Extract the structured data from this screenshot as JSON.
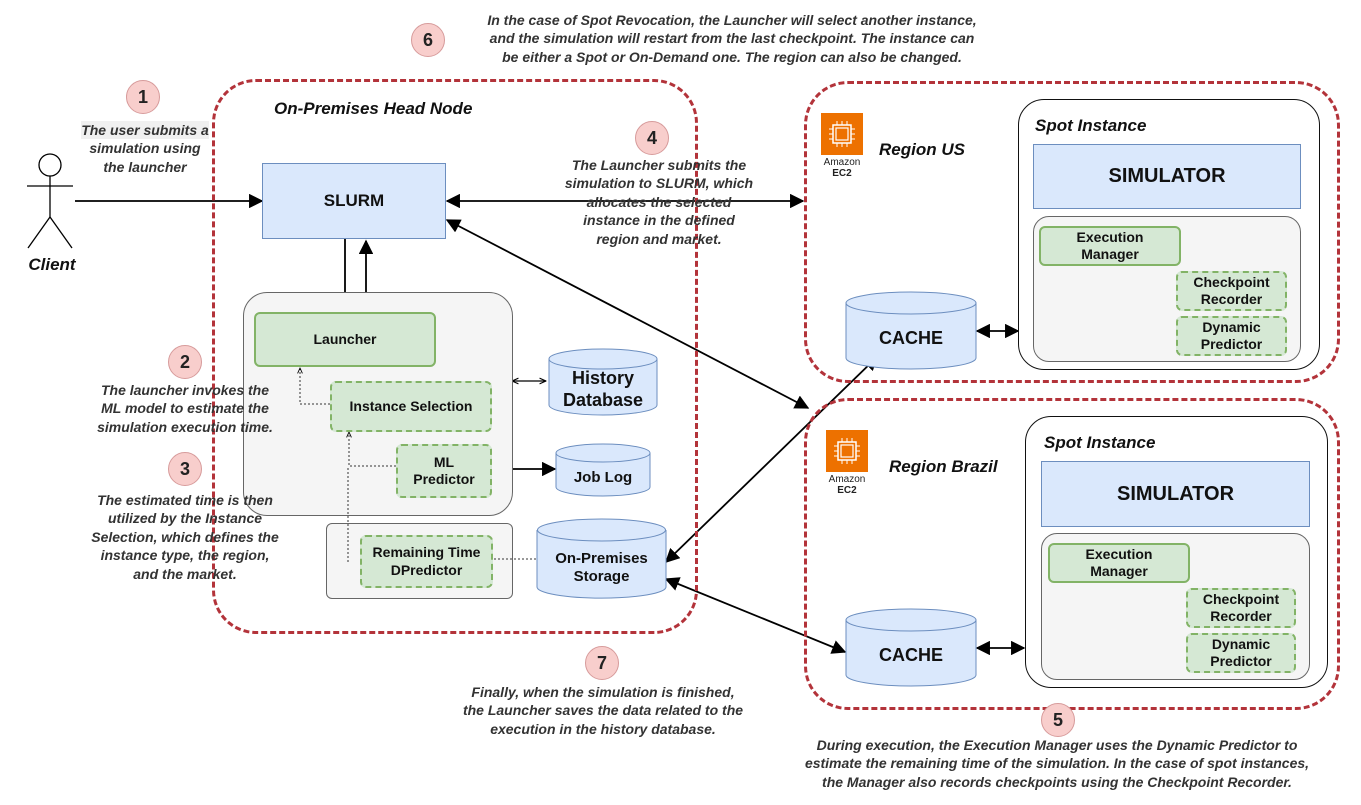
{
  "head_node": {
    "title": "On-Premises Head Node"
  },
  "client": {
    "label": "Client"
  },
  "slurm": {
    "label": "SLURM"
  },
  "launcher": {
    "label": "Launcher"
  },
  "instance_selection": {
    "label": "Instance Selection"
  },
  "ml_predictor": {
    "line1": "ML",
    "line2": "Predictor"
  },
  "remaining_time": {
    "line1": "Remaining Time",
    "line2": "DPredictor"
  },
  "history_db": {
    "line1": "History",
    "line2": "Database"
  },
  "job_log": {
    "label": "Job Log"
  },
  "onprem_storage": {
    "line1": "On-Premises",
    "line2": "Storage"
  },
  "region_us": {
    "title": "Region US",
    "ec2_line1": "Amazon",
    "ec2_line2": "EC2",
    "spot_title": "Spot Instance",
    "simulator": "SIMULATOR",
    "exec_mgr_1": "Execution",
    "exec_mgr_2": "Manager",
    "checkpoint_1": "Checkpoint",
    "checkpoint_2": "Recorder",
    "dynamic_1": "Dynamic",
    "dynamic_2": "Predictor",
    "cache": "CACHE"
  },
  "region_brazil": {
    "title": "Region Brazil",
    "ec2_line1": "Amazon",
    "ec2_line2": "EC2",
    "spot_title": "Spot Instance",
    "simulator": "SIMULATOR",
    "exec_mgr_1": "Execution",
    "exec_mgr_2": "Manager",
    "checkpoint_1": "Checkpoint",
    "checkpoint_2": "Recorder",
    "dynamic_1": "Dynamic",
    "dynamic_2": "Predictor",
    "cache": "CACHE"
  },
  "steps": [
    {
      "num": "1",
      "lines": [
        "The user submits a",
        "simulation using",
        "the launcher"
      ]
    },
    {
      "num": "2",
      "lines": [
        "The launcher invokes the",
        "ML model to estimate the",
        "simulation execution time."
      ]
    },
    {
      "num": "3",
      "lines": [
        "The estimated time is then",
        "utilized by the Instance",
        "Selection, which defines the",
        "instance type, the region,",
        "and the market."
      ]
    },
    {
      "num": "4",
      "lines": [
        "The Launcher submits the",
        "simulation to SLURM, which",
        "allocates the selected",
        "instance in the defined",
        "region and market."
      ]
    },
    {
      "num": "5",
      "lines": [
        "During execution, the Execution Manager uses the Dynamic Predictor to",
        "estimate the remaining time of the simulation. In the case of spot instances,",
        "the Manager also records checkpoints using the Checkpoint Recorder."
      ]
    },
    {
      "num": "6",
      "lines": [
        "In the case of Spot Revocation, the Launcher will select another instance,",
        "and the simulation will restart from the last checkpoint. The instance can",
        "be either a Spot or On-Demand one. The region can also be changed."
      ]
    },
    {
      "num": "7",
      "lines": [
        "Finally, when the simulation is finished,",
        "the Launcher saves the data related to the",
        "execution in the history database."
      ]
    }
  ]
}
